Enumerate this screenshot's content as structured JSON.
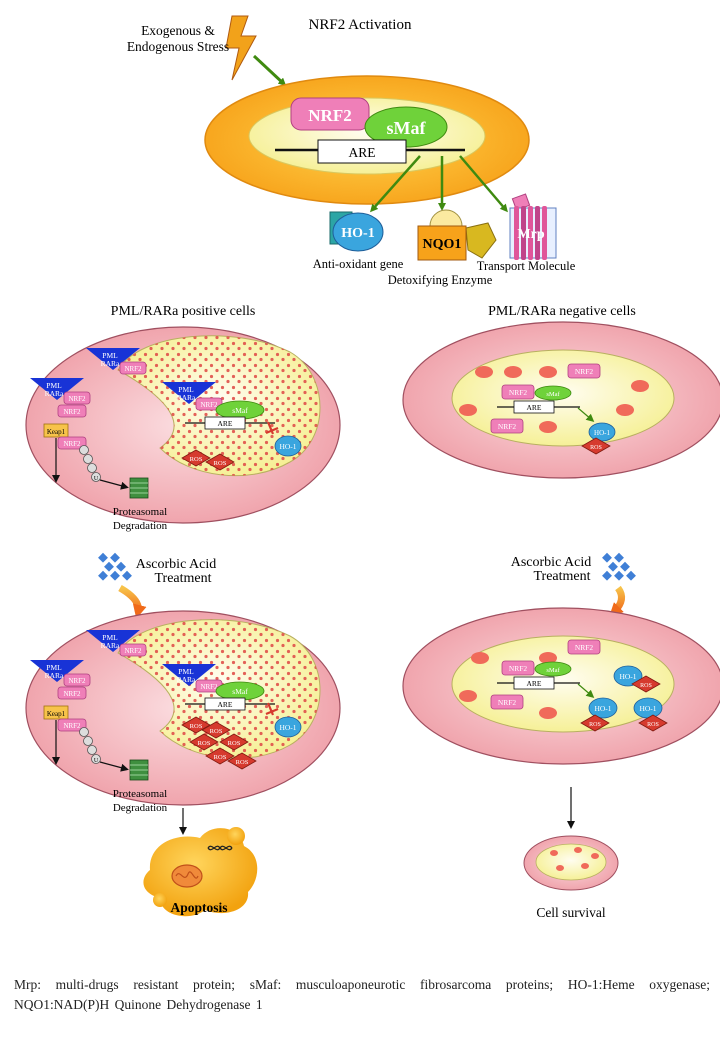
{
  "top": {
    "title": "NRF2 Activation",
    "stress_line1": "Exogenous &",
    "stress_line2": "Endogenous Stress",
    "nrf2": "NRF2",
    "smaf": "sMaf",
    "are": "ARE",
    "ho1": "HO-1",
    "nqo1": "NQO1",
    "mrp": "Mrp",
    "label_antioxidant": "Anti-oxidant gene",
    "label_detox": "Detoxifying Enzyme",
    "label_transport": "Transport Molecule"
  },
  "positive": {
    "title": "PML/RARa  positive  cells",
    "pml_line1": "PML",
    "pml_line2": "RARa",
    "nrf2": "NRF2",
    "keap1": "Keap1",
    "smaf": "sMaf",
    "are": "ARE",
    "ho1": "HO-1",
    "ros": "ROS",
    "ub": "U",
    "proteasomal_line1": "Proteasomal",
    "proteasomal_line2": "Degradation"
  },
  "negative": {
    "title": "PML/RARa  negative  cells",
    "nrf2": "NRF2",
    "smaf": "sMaf",
    "are": "ARE",
    "ho1": "HO-1",
    "ros": "ROS"
  },
  "treatment": {
    "line1": "Ascorbic  Acid",
    "line2": "Treatment"
  },
  "outcomes": {
    "apoptosis": "Apoptosis",
    "survival": "Cell survival"
  },
  "footnote": "Mrp: multi-drugs resistant protein; sMaf: musculoaponeurotic fibrosarcoma proteins; HO-1:Heme oxygenase; NQO1:NAD(P)H Quinone Dehydrogenase 1",
  "colors": {
    "cell_fill": "#f2bcc2",
    "nucleus_fill": "#fbf7c2",
    "nrf2_pink": "#ef7fb8",
    "smaf_green": "#6fd23a",
    "ho1_blue": "#3aa5de",
    "ros_red": "#d63a2e",
    "pml_blue": "#1833d6",
    "keap1_orange": "#f7c34a",
    "arrow_green": "#3f8a10",
    "proteasome_green": "#3f8f3f",
    "acid_blue": "#3f7fd6",
    "apoptosis_orange": "#f5b21c"
  },
  "icons": [
    "lightning-icon",
    "mitochondria-icon",
    "dna-icon",
    "proteasome-icon",
    "ascorbic-acid-icon"
  ]
}
